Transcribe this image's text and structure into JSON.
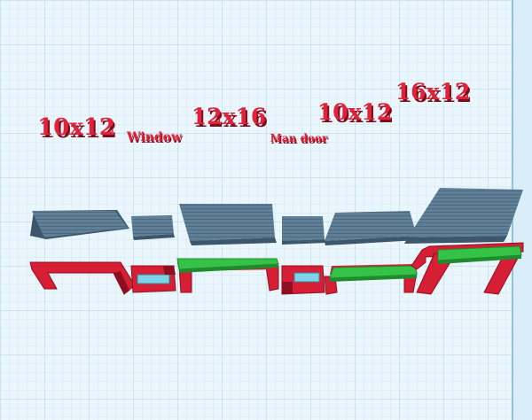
{
  "scene": {
    "labels": [
      "10x12",
      "Window",
      "12x16",
      "Man door",
      "10x12",
      "16x12"
    ],
    "colors": {
      "workplane_bg": "#eaf6fb",
      "grid_minor": "#cfe6f1",
      "grid_major": "#a9d2e6",
      "wall_red": "#d61e35",
      "wall_red_dark": "#8e1020",
      "roof_blue": "#5f7f97",
      "roof_blue_dark": "#3c566b",
      "header_green": "#34c247",
      "header_green_dark": "#1f8a2e",
      "glass_cyan": "#7fd3e6"
    }
  }
}
